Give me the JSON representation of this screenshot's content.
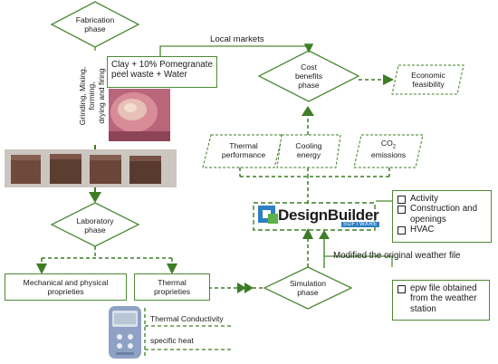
{
  "phases": {
    "fabrication": [
      "Fabrication",
      "phase"
    ],
    "laboratory": [
      "Laboratory",
      "phase"
    ],
    "simulation": [
      "Simulation",
      "phase"
    ],
    "cost_benefits": [
      "Cost",
      "benefits",
      "phase"
    ]
  },
  "fabrication_process": [
    "Grinding, Mixing, forming,",
    "drying and firing"
  ],
  "mixture": [
    "Clay + 10% Pomegranate",
    "peel waste + Water"
  ],
  "local_markets": "Local markets",
  "economic_feasibility": [
    "Economic",
    "feasibility"
  ],
  "outputs": {
    "thermal_performance": [
      "Thermal",
      "performance"
    ],
    "cooling_energy": [
      "Cooling",
      "energy"
    ],
    "co2_prefix": "CO",
    "co2_sub": "2",
    "co2_suffix": "emissions"
  },
  "software": {
    "name_a": "Design",
    "name_b": "Builder",
    "tag": "SOFTWARE"
  },
  "inputs": [
    "Activity",
    "Construction and",
    "openings",
    "HVAC"
  ],
  "modified_weather": "Modified the original weather file",
  "epw": [
    "epw file obtained",
    "from the weather",
    "station"
  ],
  "properties": {
    "mechanical": [
      "Mechanical and physical",
      "proprieties"
    ],
    "thermal": [
      "Thermal",
      "proprieties"
    ],
    "thermal_conductivity": "Thermal Conductivity",
    "specific_heat": "specific heat"
  },
  "colors": {
    "line": "#4d8a33",
    "dashed": "#3e7d26"
  }
}
